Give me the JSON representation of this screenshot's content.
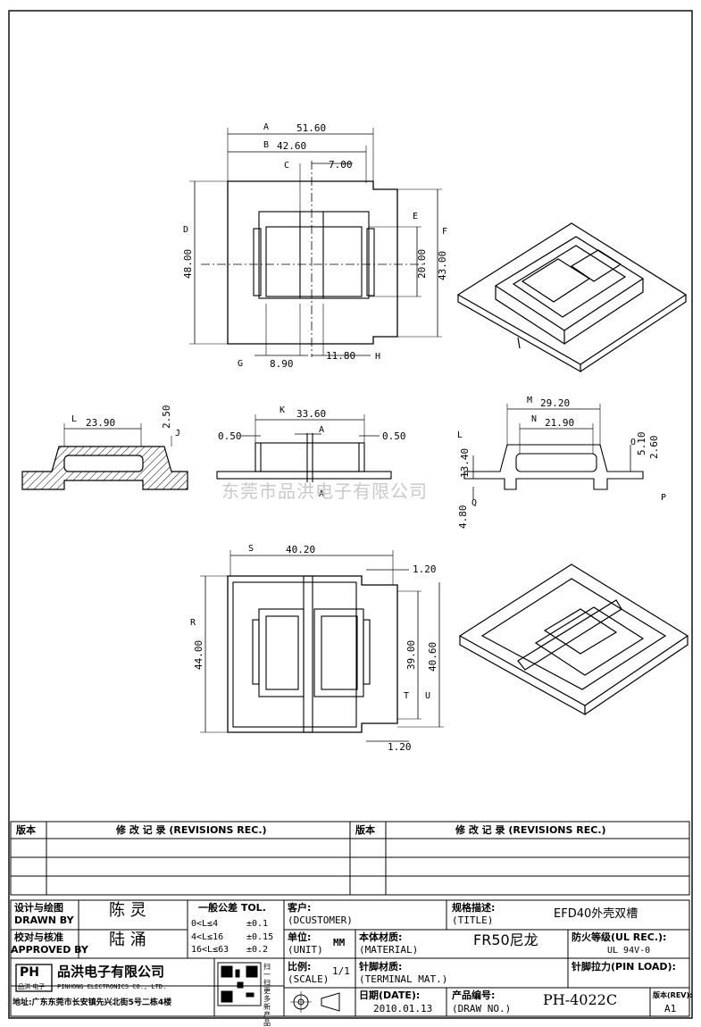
{
  "drawing": {
    "top_view": {
      "markers": [
        "A",
        "B",
        "C",
        "D",
        "E",
        "F",
        "G",
        "H"
      ],
      "dims": {
        "a": "51.60",
        "b": "42.60",
        "c": "7.00",
        "d": "48.00",
        "e": "20.00",
        "f": "43.00",
        "g": "8.90",
        "h": "11.80"
      }
    },
    "left_section": {
      "markers": [
        "L",
        "J"
      ],
      "dims": {
        "l": "23.90",
        "j": "2.50"
      }
    },
    "middle_section": {
      "markers": [
        "K"
      ],
      "dims": {
        "k": "33.60",
        "left": "0.50",
        "right": "0.50",
        "a_label": "A",
        "a_bottom": "A"
      }
    },
    "right_section": {
      "markers": [
        "M",
        "N",
        "L",
        "O",
        "Q",
        "P"
      ],
      "dims": {
        "m": "29.20",
        "n": "21.90",
        "o": "5.10",
        "o2": "2.60",
        "q1": "13.40",
        "q2": "4.80"
      }
    },
    "bottom_view": {
      "markers": [
        "S",
        "R",
        "T",
        "U"
      ],
      "dims": {
        "s": "40.20",
        "top_gap": "1.20",
        "r": "44.00",
        "t": "39.00",
        "u": "40.60",
        "bottom_gap": "1.20"
      }
    },
    "watermark": "东莞市品洪电子有限公司"
  },
  "revisions": {
    "col_rev": "版本",
    "col_rec": "修 改 记 录 (REVISIONS REC.)",
    "col_rev2": "版本",
    "col_rec2": "修 改 记 录 (REVISIONS REC.)"
  },
  "title_block": {
    "design_cn": "设计与绘图",
    "design_en": "DRAWN BY",
    "design_name": "陈 灵",
    "check_cn": "校对与核准",
    "check_en": "APPROVED BY",
    "check_name": "陆 涌",
    "tol_title": "一般公差 TOL.",
    "tol_rows": [
      {
        "range": "0<L≤4",
        "val": "±0.1"
      },
      {
        "range": "4<L≤16",
        "val": "±0.15"
      },
      {
        "range": "16<L≤63",
        "val": "±0.2"
      }
    ],
    "customer_cn": "客户:",
    "customer_en": "(DCUSTOMER)",
    "unit_cn": "单位:",
    "unit_en": "(UNIT)",
    "unit_val": "MM",
    "scale_cn": "比例:",
    "scale_en": "(SCALE)",
    "scale_val": "1/1",
    "title_cn": "规格描述:",
    "title_en": "(TITLE)",
    "title_val": "EFD40外壳双槽",
    "material_cn": "本体材质:",
    "material_en": "(MATERIAL)",
    "material_val": "FR50尼龙",
    "flame_cn": "防火等级(UL REC.):",
    "flame_val": "UL 94V-0",
    "terminal_cn": "针脚材质:",
    "terminal_en": "(TERMINAL MAT.)",
    "pinload": "针脚拉力(PIN LOAD):",
    "date_cn": "日期(DATE):",
    "date_val": "2010.01.13",
    "drawno_cn": "产品编号:",
    "drawno_en": "(DRAW NO.)",
    "drawno_val": "PH-4022C",
    "rev_cn": "版本(REV):",
    "rev_val": "A1",
    "company_cn": "品洪电子有限公司",
    "company_en": "PINHONG ELECTRONICS CO., LTD.",
    "logo_text": "PH",
    "logo_sub": "品洪 电子",
    "address": "地址:广东东莞市长安镇先兴北街5号二栋4楼",
    "qr_caption": "扫一扫更多新产品"
  }
}
